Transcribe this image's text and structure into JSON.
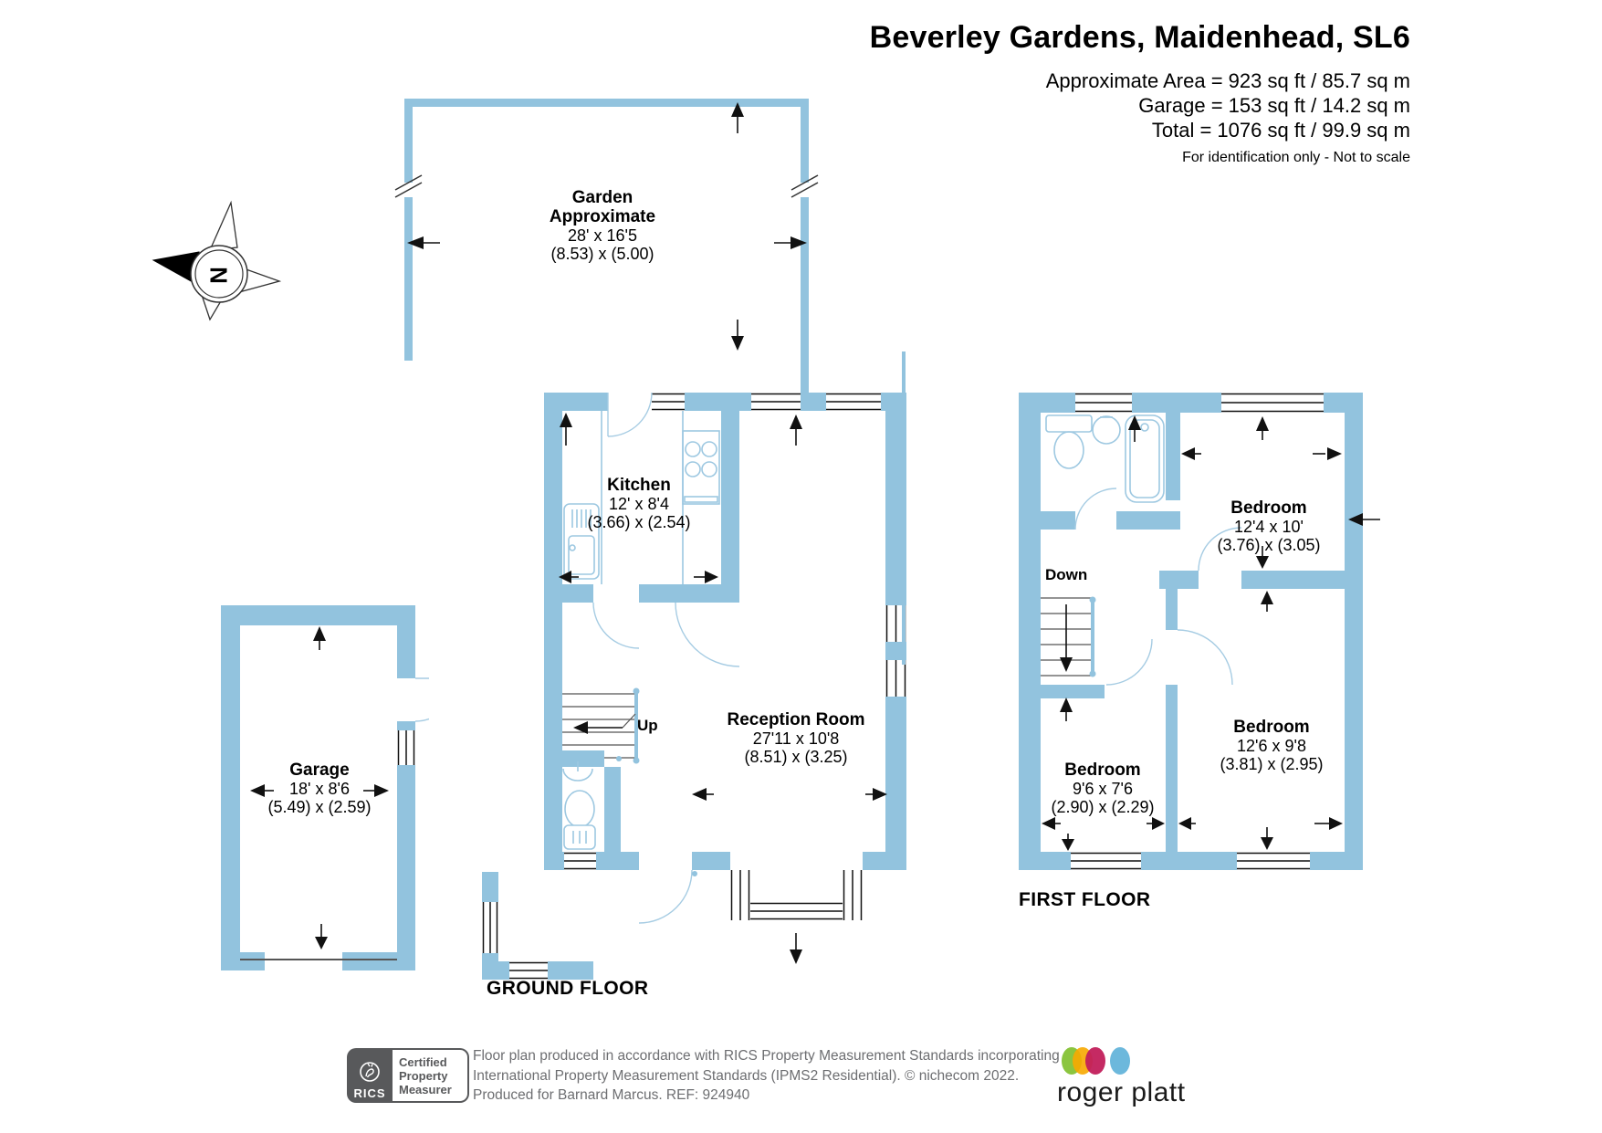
{
  "header": {
    "title": "Beverley Gardens, Maidenhead, SL6",
    "area_line1": "Approximate Area = 923 sq ft / 85.7 sq m",
    "area_line2": "Garage = 153 sq ft / 14.2 sq m",
    "area_line3": "Total = 1076 sq ft / 99.9 sq m",
    "note": "For identification only - Not to scale"
  },
  "compass": {
    "north_label": "N"
  },
  "rooms": {
    "garden": {
      "name": "Garden",
      "qualifier": "Approximate",
      "dims_imperial": "28' x 16'5",
      "dims_metric": "(8.53) x (5.00)"
    },
    "kitchen": {
      "name": "Kitchen",
      "dims_imperial": "12' x 8'4",
      "dims_metric": "(3.66) x (2.54)"
    },
    "reception": {
      "name": "Reception Room",
      "dims_imperial": "27'11 x 10'8",
      "dims_metric": "(8.51) x (3.25)"
    },
    "garage": {
      "name": "Garage",
      "dims_imperial": "18' x 8'6",
      "dims_metric": "(5.49) x (2.59)"
    },
    "bedroom1": {
      "name": "Bedroom",
      "dims_imperial": "12'4 x 10'",
      "dims_metric": "(3.76) x (3.05)"
    },
    "bedroom2": {
      "name": "Bedroom",
      "dims_imperial": "12'6 x 9'8",
      "dims_metric": "(3.81) x (2.95)"
    },
    "bedroom3": {
      "name": "Bedroom",
      "dims_imperial": "9'6 x 7'6",
      "dims_metric": "(2.90) x (2.29)"
    }
  },
  "stairs": {
    "up_label": "Up",
    "down_label": "Down"
  },
  "floors": {
    "ground": "GROUND FLOOR",
    "first": "FIRST FLOOR"
  },
  "footer": {
    "rics_acronym": "RICS",
    "rics_line1": "Certified",
    "rics_line2": "Property",
    "rics_line3": "Measurer",
    "disclaimer_line1": "Floor plan produced in accordance with RICS Property Measurement Standards incorporating",
    "disclaimer_line2": "International Property Measurement Standards (IPMS2 Residential).   © nichecom 2022.",
    "disclaimer_line3": "Produced for Barnard Marcus.   REF:  924940",
    "brand": "roger platt"
  },
  "colors": {
    "wall": "#92c3de",
    "fixture_stroke": "#9dc8e1",
    "footer_text": "#6d6e71",
    "rics_badge": "#58595b",
    "brand_green": "#8bc53f",
    "brand_orange": "#f7a800",
    "brand_crimson": "#c21f5b",
    "brand_blue": "#6cb8dc"
  }
}
